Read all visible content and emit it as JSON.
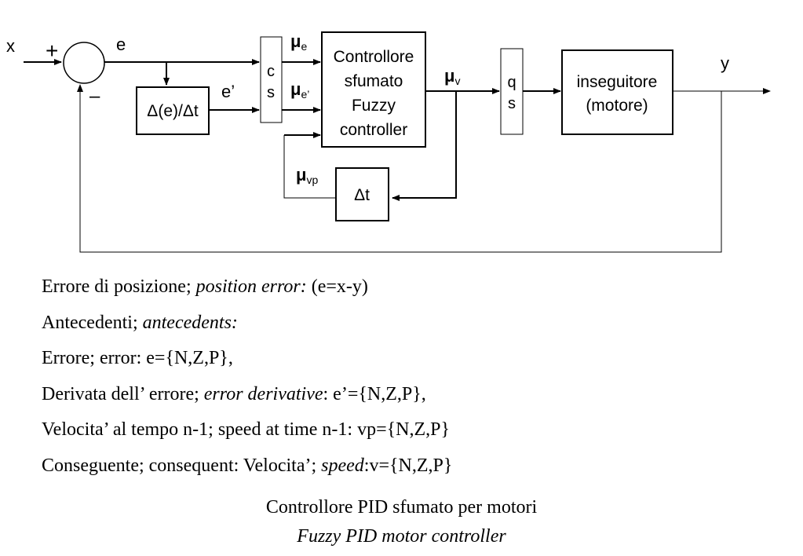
{
  "diagram": {
    "signals": {
      "x": "x",
      "plus": "+",
      "minus": "–",
      "e": "e",
      "e_prime": "e’",
      "y": "y",
      "mu": "μ",
      "mu_e_sub": "e",
      "mu_eprime_sub": "e’",
      "mu_v_sub": "v",
      "mu_vp_sub": "vp"
    },
    "blocks": {
      "derivative": "Δ(e)/Δt",
      "cs": [
        "c",
        "s"
      ],
      "controller": [
        "Controllore",
        "sfumato",
        "Fuzzy",
        "controller"
      ],
      "qs": [
        "q",
        "s"
      ],
      "plant": [
        "inseguitore",
        "(motore)"
      ],
      "delay": "Δt"
    }
  },
  "text": {
    "line1": {
      "a": "Errore di posizione; ",
      "b": "position error:",
      "c": " (e=x-y)"
    },
    "line2": {
      "a": "Antecedenti; ",
      "b": "antecedents:"
    },
    "line3": {
      "a": "Errore; error: e={N,Z,P},"
    },
    "line4": {
      "a": "Derivata dell’ errore; ",
      "b": "error derivative",
      "c": ": e’={N,Z,P},"
    },
    "line5": {
      "a": "Velocita’ al tempo n-1; speed at time n-1: vp={N,Z,P}"
    },
    "line6": {
      "a": "Conseguente; consequent: Velocita’; ",
      "b": "speed",
      "c": ":v={N,Z,P}"
    }
  },
  "caption": {
    "title": "Controllore PID sfumato per motori",
    "subtitle": "Fuzzy PID motor controller"
  }
}
